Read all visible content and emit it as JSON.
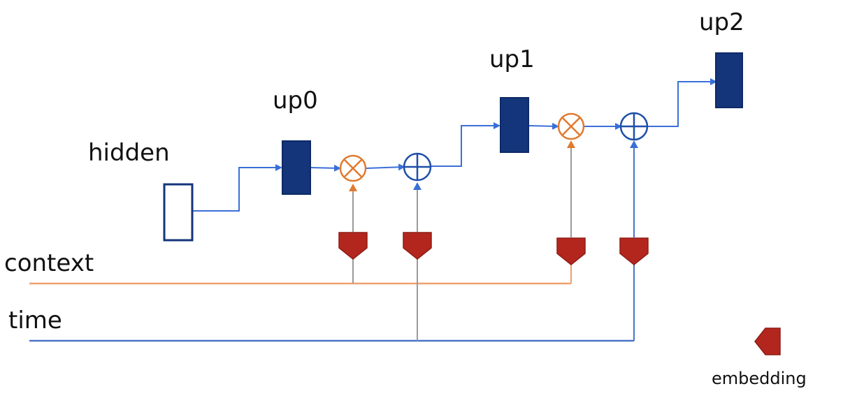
{
  "labels": {
    "hidden": "hidden",
    "up0": "up0",
    "up1": "up1",
    "up2": "up2",
    "context": "context",
    "time": "time",
    "embedding": "embedding"
  },
  "colors": {
    "block_fill": "#14357a",
    "block_stroke": "#0d2a66",
    "hidden_stroke": "#14357a",
    "flow_line": "#3a6fd8",
    "context_line": "#f0a070",
    "time_line": "#4a74c9",
    "feed_line": "#9a9a9a",
    "multiply_op": "#e07a2e",
    "add_op": "#1f4fa8",
    "embedding": "#b3261e"
  }
}
